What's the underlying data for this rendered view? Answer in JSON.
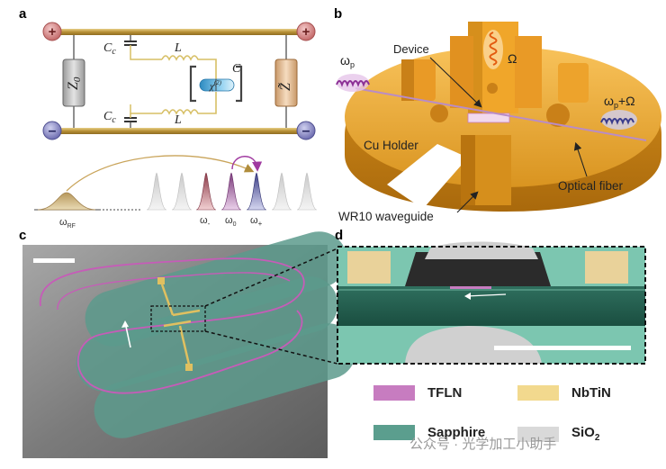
{
  "panels": {
    "a": {
      "letter": "a",
      "labels": {
        "cc_top": "C",
        "cc_top_sub": "c",
        "cc_bottom": "C",
        "cc_bottom_sub": "c",
        "l_top": "L",
        "l_bottom": "L",
        "c_mid": "C",
        "chi": "χ",
        "chi_sup": "(2)",
        "z0": "Z",
        "z0_sub": "0",
        "ztilde": "Z̃",
        "omega_rf": "ω",
        "omega_rf_sub": "RF",
        "omega_minus": "ω",
        "omega_minus_sub": "-",
        "omega_zero": "ω",
        "omega_zero_sub": "0",
        "omega_plus": "ω",
        "omega_plus_sub": "+"
      }
    },
    "b": {
      "letter": "b",
      "labels": {
        "device": "Device",
        "omega_p": "ω",
        "omega_p_sub": "p",
        "omega_mw": "Ω",
        "output": "ω",
        "output_sub": "p",
        "output_suffix": "+Ω",
        "cu_holder": "Cu Holder",
        "optical_fiber": "Optical fiber",
        "waveguide": "WR10 waveguide"
      }
    },
    "c": {
      "letter": "c"
    },
    "d": {
      "letter": "d"
    }
  },
  "legend": [
    {
      "name": "TFLN",
      "color": "#c77cc0"
    },
    {
      "name": "NbTiN",
      "color": "#f2d98e"
    },
    {
      "name": "Sapphire",
      "color": "#5b9e8e"
    },
    {
      "name": "SiO",
      "sub": "2",
      "color": "#d9d9d9"
    }
  ],
  "watermark": "公众号 · 光学加工小助手",
  "colors": {
    "gold": "#c9a24a",
    "plus": "#c97171",
    "minus": "#7a79b8",
    "copper": "#f0b040",
    "tfln": "#c77cc0"
  }
}
